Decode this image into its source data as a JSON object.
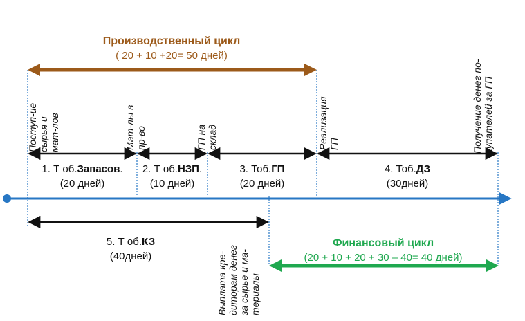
{
  "colors": {
    "production": "#9c5a1a",
    "financial": "#1fa84f",
    "timeline": "#2777c4",
    "black": "#111111",
    "dotted": "#2777c4"
  },
  "production_cycle": {
    "title": "Производственный цикл",
    "formula": "( 20 + 10 +20= 50 дней)"
  },
  "financial_cycle": {
    "title": "Финансовый цикл",
    "formula": "(20 + 10 + 20 + 30 – 40= 40 дней)"
  },
  "events": {
    "e1": [
      "Поступ-ие",
      "сырья и",
      "мат-лов"
    ],
    "e2": [
      "Мат-лы в",
      "пр-во"
    ],
    "e3": [
      "ГП на",
      "склад"
    ],
    "e4": [
      "Реализация",
      "ГП"
    ],
    "e5": [
      "Получение денег по-",
      "купателей за ГП"
    ],
    "e6": [
      "Выплата кре-",
      "диторам денег",
      "за сырье и ма-",
      "териалы"
    ]
  },
  "segments": {
    "s1": {
      "prefix": "1. Т об.",
      "bold": "Запасов",
      "suffix": ".",
      "days": "(20 дней)"
    },
    "s2": {
      "prefix": "2. Т об.",
      "bold": "НЗП",
      "suffix": ".",
      "days": "(10 дней)"
    },
    "s3": {
      "prefix": "3. Тоб.",
      "bold": "ГП",
      "suffix": "",
      "days": "(20 дней)"
    },
    "s4": {
      "prefix": "4. Тоб.",
      "bold": "ДЗ",
      "suffix": "",
      "days": "(30дней)"
    },
    "s5": {
      "prefix": "5. Т об.",
      "bold": "КЗ",
      "suffix": "",
      "days": "(40дней)"
    }
  }
}
